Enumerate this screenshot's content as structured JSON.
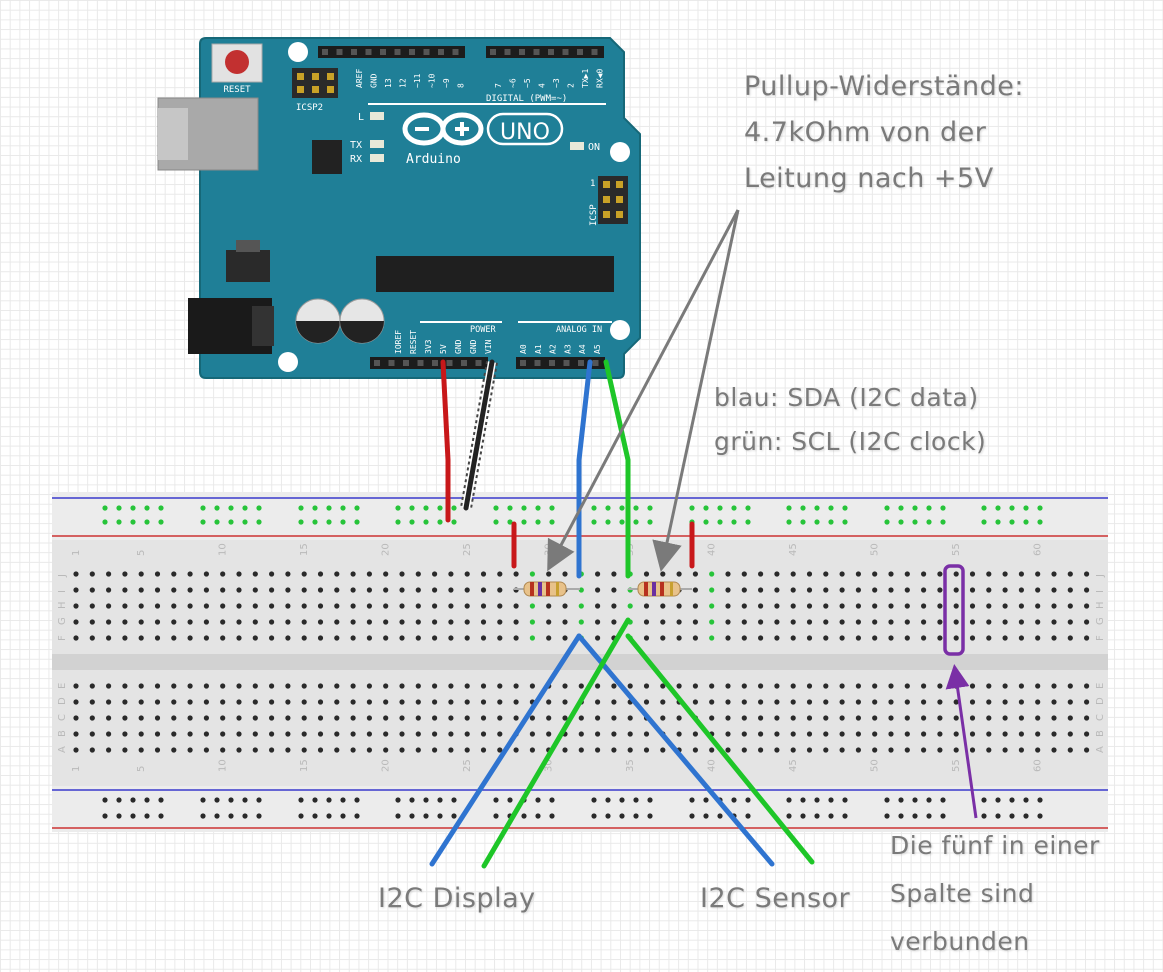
{
  "arduino": {
    "reset_label": "RESET",
    "icsp2_label": "ICSP2",
    "icsp_label": "ICSP",
    "icsp_pin1": "1",
    "led_l": "L",
    "led_tx": "TX",
    "led_rx": "RX",
    "led_on": "ON",
    "brand": "Arduino",
    "model": "UNO",
    "digital_label": "DIGITAL (PWM=~)",
    "power_label": "POWER",
    "analog_label": "ANALOG IN",
    "digital_pins": [
      "AREF",
      "GND",
      "13",
      "12",
      "~11",
      "~10",
      "~9",
      "8",
      "7",
      "~6",
      "~5",
      "4",
      "~3",
      "2",
      "TX▶1",
      "RX◀0"
    ],
    "power_pins": [
      "IOREF",
      "RESET",
      "3V3",
      "5V",
      "GND",
      "GND",
      "VIN"
    ],
    "analog_pins": [
      "A0",
      "A1",
      "A2",
      "A3",
      "A4",
      "A5"
    ]
  },
  "breadboard": {
    "row_letters_top": [
      "J",
      "I",
      "H",
      "G",
      "F"
    ],
    "row_letters_bottom": [
      "E",
      "D",
      "C",
      "B",
      "A"
    ],
    "column_numbers": [
      "1",
      "5",
      "10",
      "15",
      "20",
      "25",
      "30",
      "35",
      "40",
      "45",
      "50",
      "55",
      "60"
    ]
  },
  "annotations": {
    "pullup_line1": "Pullup-Widerstände:",
    "pullup_line2": "4.7kOhm von der",
    "pullup_line3": "Leitung nach +5V",
    "wires_line1": "blau: SDA (I2C data)",
    "wires_line2": "grün: SCL (I2C clock)",
    "display_label": "I2C Display",
    "sensor_label": "I2C Sensor",
    "column_line1": "Die fünf in einer",
    "column_line2": "Spalte sind",
    "column_line3": "verbunden"
  },
  "colors": {
    "board": "#1f7f97",
    "sda_wire": "#2f74d0",
    "scl_wire": "#1ec628",
    "vcc_wire": "#c8181a",
    "gnd_wire": "#222222",
    "highlight": "#7a2fa6",
    "arrow": "#7a7a7a"
  }
}
